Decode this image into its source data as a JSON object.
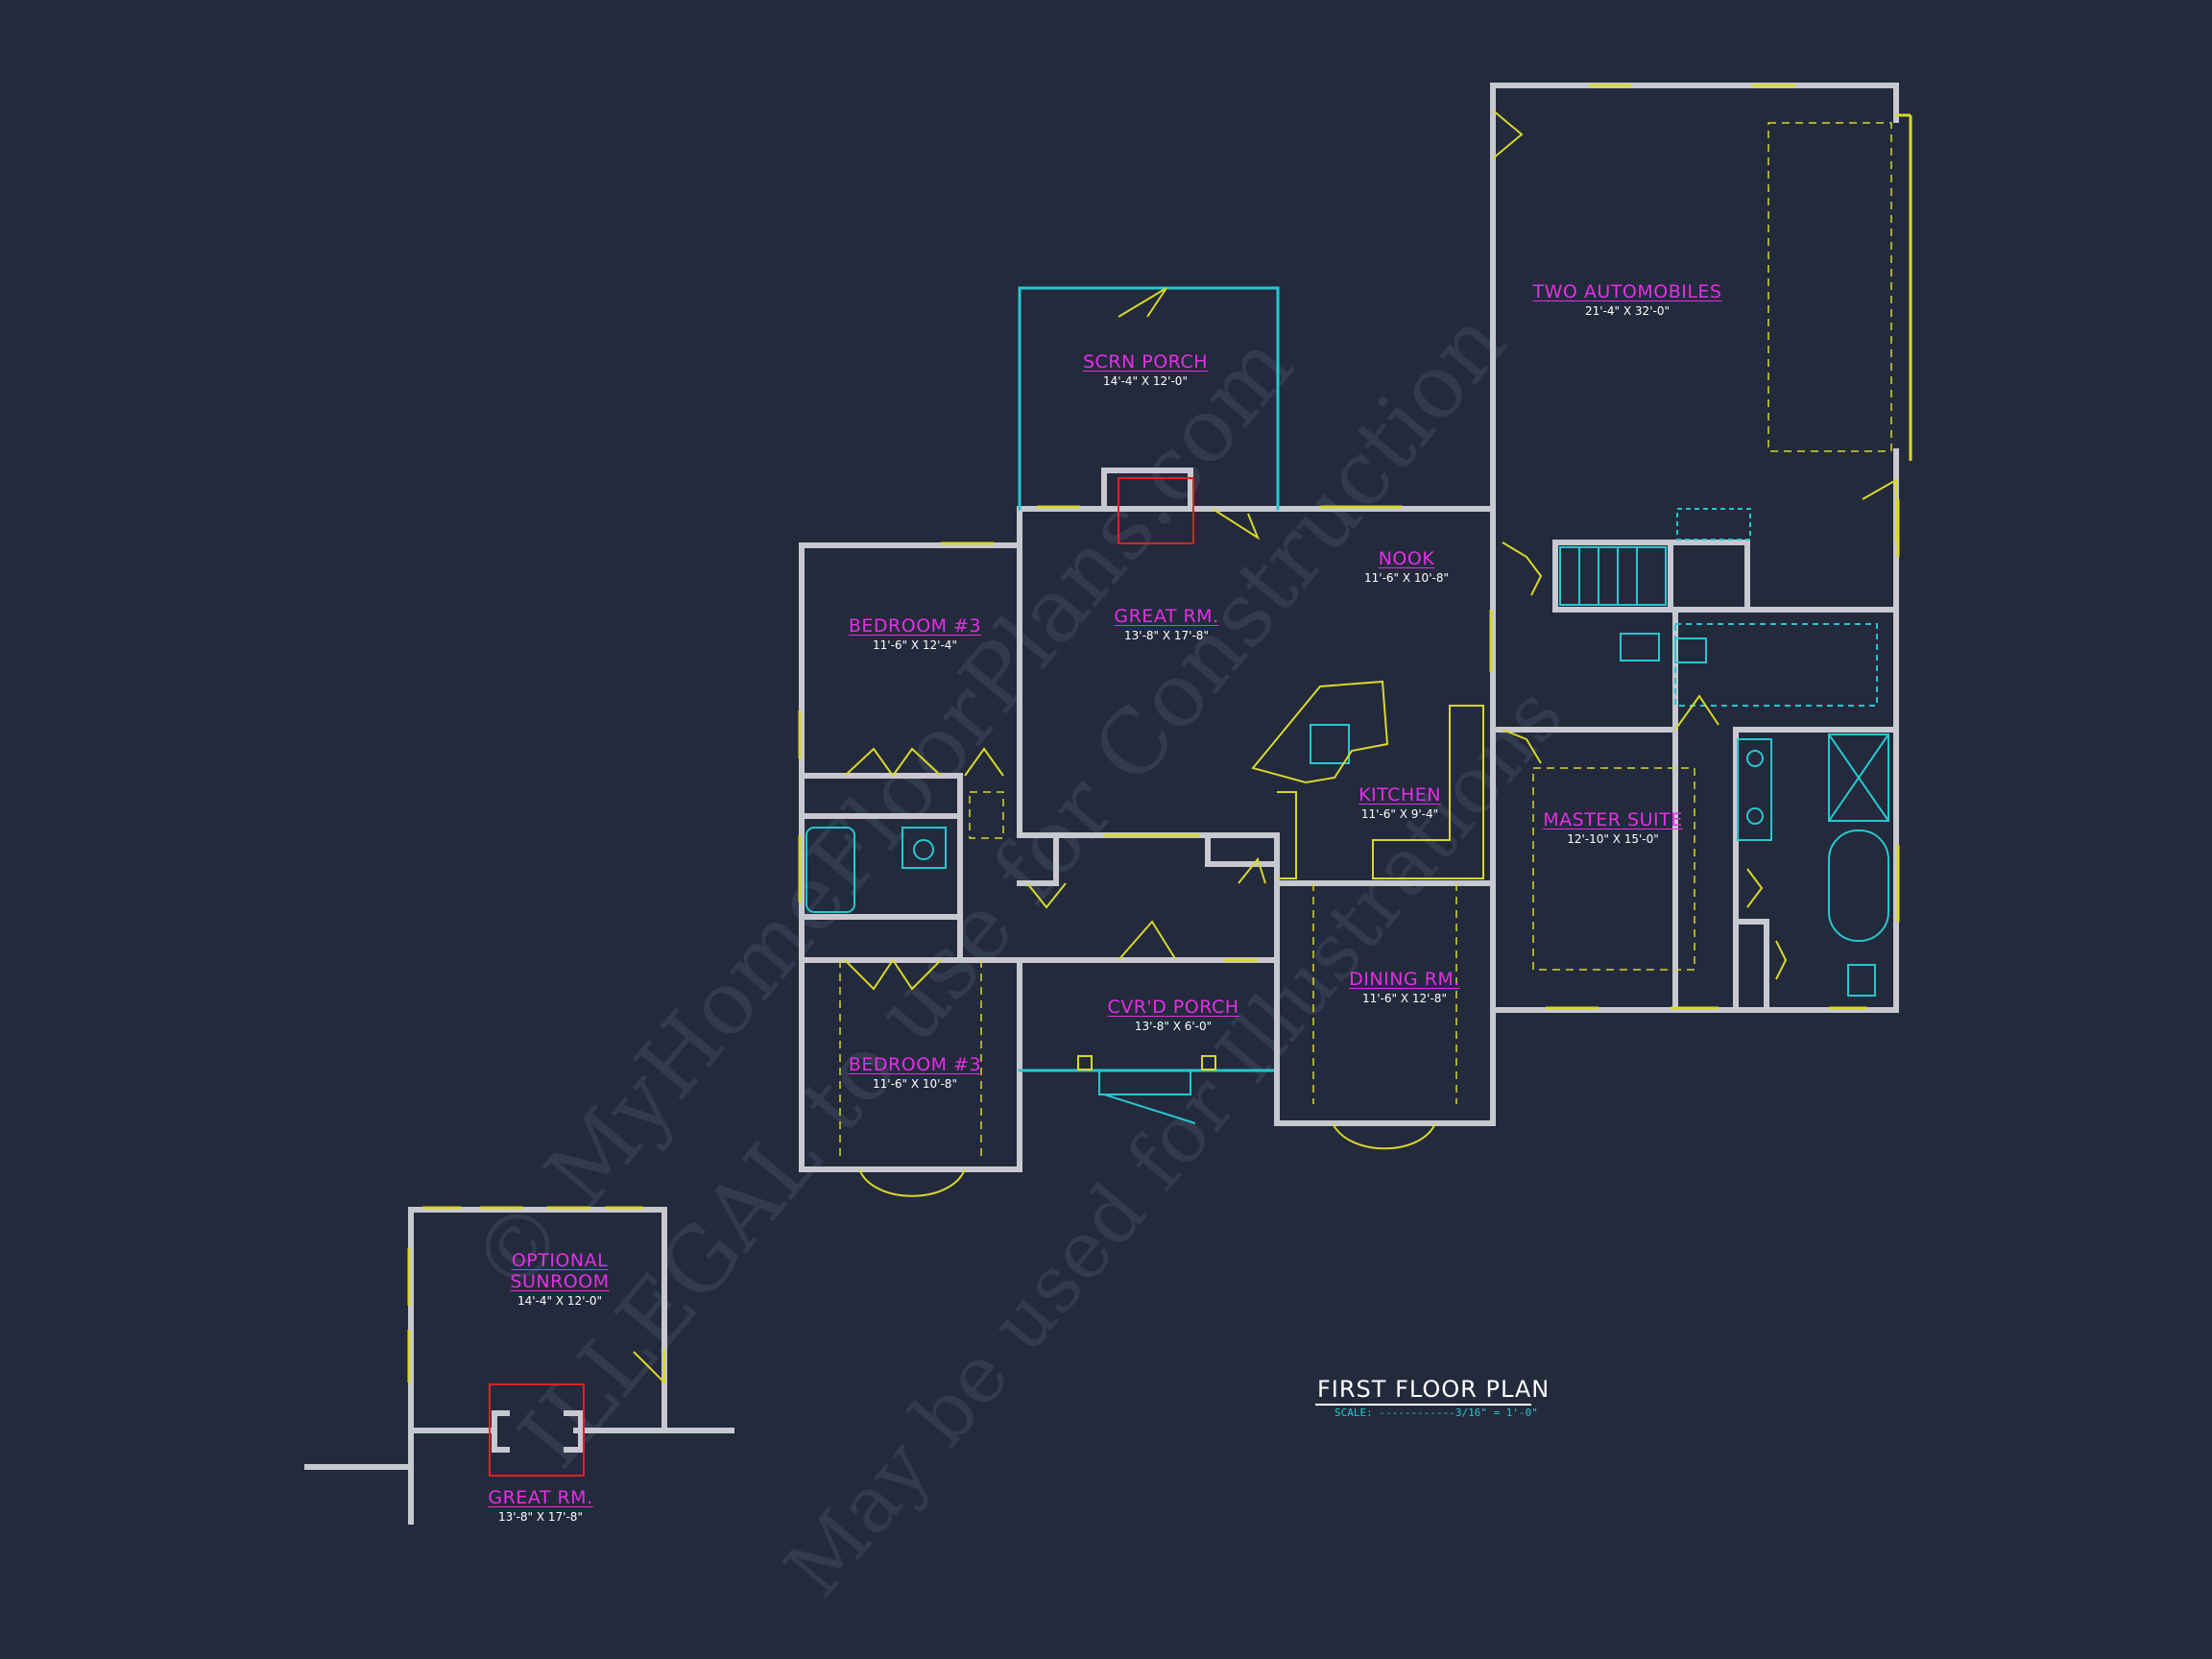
{
  "watermark": {
    "line1": "© MyHomeFloorPlans.com",
    "line2": "ILLEGAL to use for Construction",
    "line3": "May be used for Illustrations"
  },
  "plan_title": "FIRST FLOOR PLAN",
  "scale_text": "SCALE: ------------3/16\" = 1'-0\"",
  "rooms": {
    "garage": {
      "name": "TWO AUTOMOBILES",
      "dim": "21'-4\" X 32'-0\""
    },
    "scrn_porch": {
      "name": "SCRN PORCH",
      "dim": "14'-4\" X 12'-0\""
    },
    "nook": {
      "name": "NOOK",
      "dim": "11'-6\" X 10'-8\""
    },
    "great_rm": {
      "name": "GREAT RM.",
      "dim": "13'-8\" X 17'-8\""
    },
    "bedroom_top": {
      "name": "BEDROOM #3",
      "dim": "11'-6\" X 12'-4\""
    },
    "kitchen": {
      "name": "KITCHEN",
      "dim": "11'-6\" X 9'-4\""
    },
    "master": {
      "name": "MASTER SUITE",
      "dim": "12'-10\" X 15'-0\""
    },
    "dining": {
      "name": "DINING RM.",
      "dim": "11'-6\" X 12'-8\""
    },
    "cvrd_porch": {
      "name": "CVR'D PORCH",
      "dim": "13'-8\" X 6'-0\""
    },
    "bedroom_bottom": {
      "name": "BEDROOM #3",
      "dim": "11'-6\" X 10'-8\""
    },
    "sunroom": {
      "name1": "OPTIONAL",
      "name2": "SUNROOM",
      "dim": "14'-4\" X 12'-0\""
    },
    "great_rm_alt": {
      "name": "GREAT RM.",
      "dim": "13'-8\" X 17'-8\""
    }
  },
  "colors": {
    "background": "#232a3c",
    "wall": "#c8c8d0",
    "window": "#d8d82a",
    "fixture": "#27c7cf",
    "label": "#e62ee6",
    "fireplace": "#e0202a"
  }
}
